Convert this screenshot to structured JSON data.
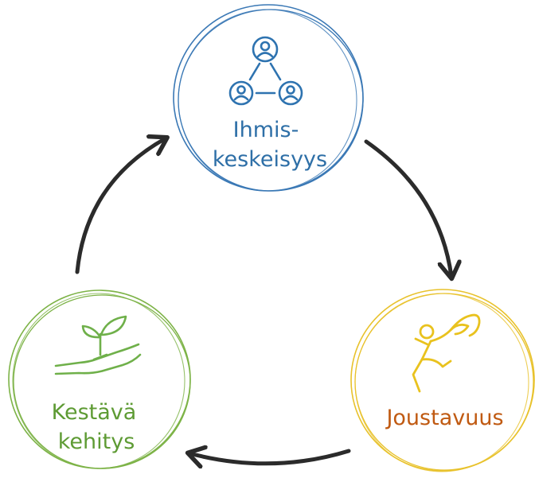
{
  "nodes": {
    "top": {
      "line1": "Ihmis-",
      "line2": "keskeisyys",
      "color": "#2E6FA7",
      "icon": "people-network-icon"
    },
    "right": {
      "line1": "Joustavuus",
      "color": "#C05A12",
      "ring_color": "#E8C22C",
      "icon": "dancer-ribbon-icon"
    },
    "left": {
      "line1": "Kestävä",
      "line2": "kehitys",
      "color": "#5E9B34",
      "ring_color": "#7DB347",
      "icon": "hand-plant-icon"
    }
  },
  "colors": {
    "arrow": "#2b2b2b",
    "top_ring": "#3A78B5"
  }
}
